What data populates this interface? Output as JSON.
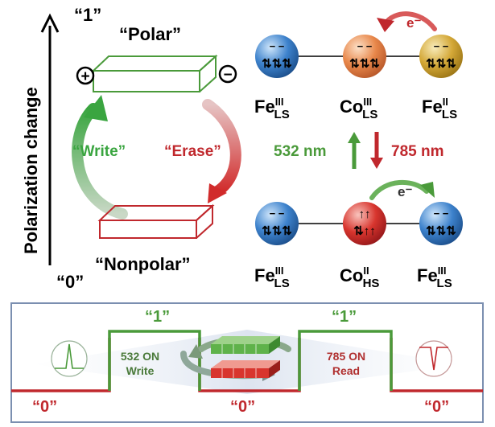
{
  "axis": {
    "label": "Polarization change",
    "top_label": "“1”",
    "bottom_label": "“0”"
  },
  "left_panel": {
    "polar_label": "“Polar”",
    "nonpolar_label": "“Nonpolar”",
    "write_label": "“Write”",
    "erase_label": "“Erase”",
    "plus_symbol": "+",
    "minus_symbol": "−"
  },
  "right_panel": {
    "orbital_top": "− −",
    "orbital_bottom": "⇅⇅⇅",
    "hs_top": "↑↑",
    "hs_bottom": "⇅↑↑",
    "electron": "e⁻",
    "top_row": [
      {
        "element": "Fe",
        "ox": "III",
        "spin": "LS"
      },
      {
        "element": "Co",
        "ox": "III",
        "spin": "LS"
      },
      {
        "element": "Fe",
        "ox": "II",
        "spin": "LS"
      }
    ],
    "bottom_row": [
      {
        "element": "Fe",
        "ox": "III",
        "spin": "LS"
      },
      {
        "element": "Co",
        "ox": "II",
        "spin": "HS"
      },
      {
        "element": "Fe",
        "ox": "III",
        "spin": "LS"
      }
    ],
    "wavelength_up": "532 nm",
    "wavelength_down": "785 nm"
  },
  "bottom_panel": {
    "state_one_left": "“1”",
    "state_one_right": "“1”",
    "state_zero_left": "“0”",
    "state_zero_mid": "“0”",
    "state_zero_right": "“0”",
    "write_line1": "532 ON",
    "write_line2": "Write",
    "read_line1": "785 ON",
    "read_line2": "Read"
  },
  "colors": {
    "green": "#4a9a3a",
    "red": "#c0282d",
    "blue_sphere": "#3d82cc",
    "orange_sphere": "#e8874a",
    "gold_sphere": "#d4a837",
    "red_sphere": "#d8352e",
    "panel_border": "#7b8fb0"
  }
}
